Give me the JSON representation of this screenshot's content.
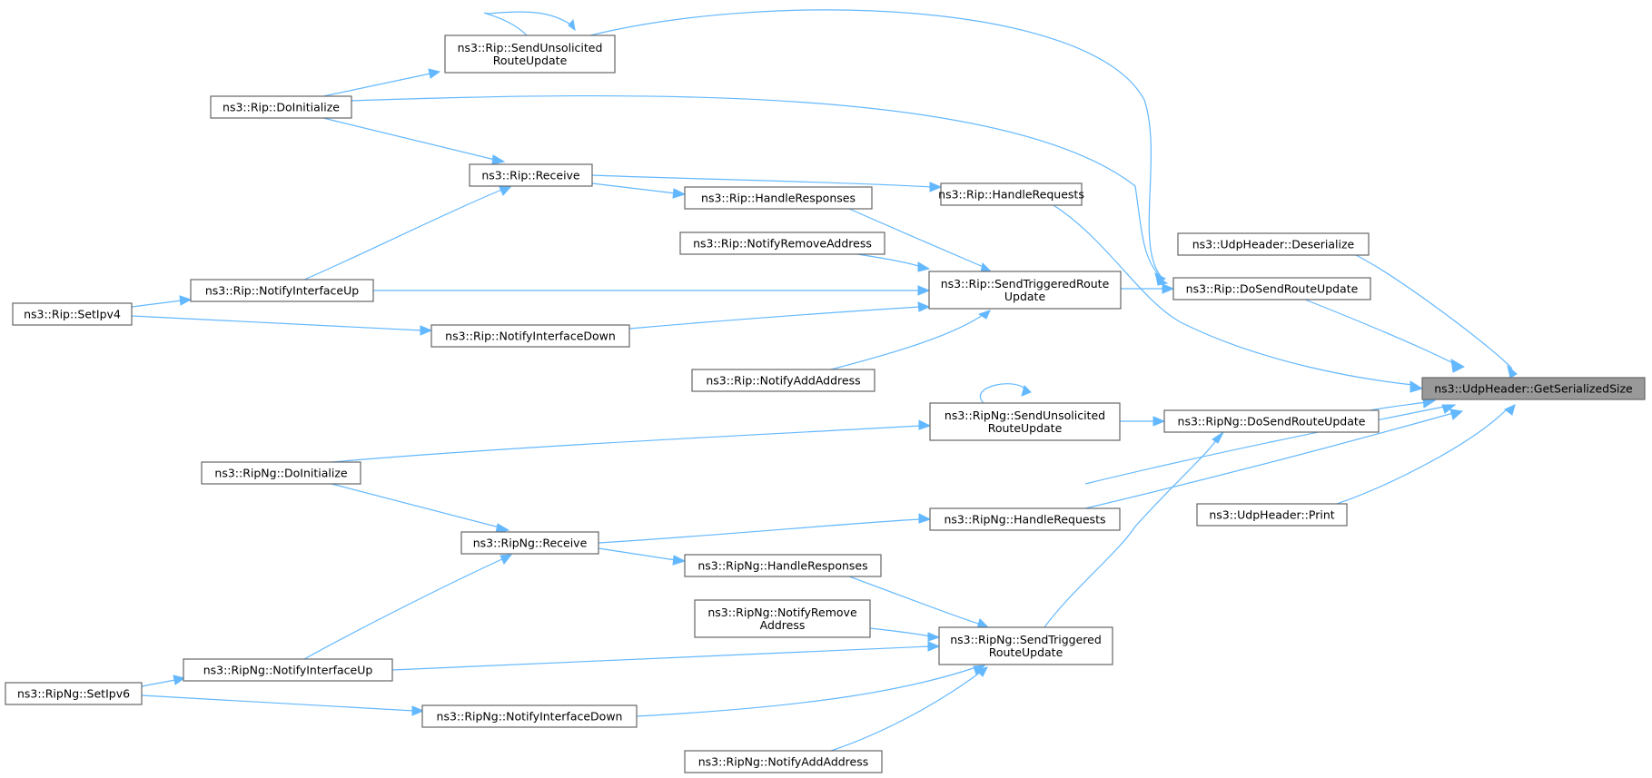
{
  "diagram": {
    "type": "call-graph",
    "colors": {
      "edge": "#63b8ff",
      "node_border": "#666666",
      "node_fill": "#ffffff",
      "target_fill": "#999999"
    },
    "nodes": [
      {
        "id": "n_target",
        "lines": [
          "ns3::UdpHeader::GetSerializedSize"
        ],
        "highlight": true
      },
      {
        "id": "n_udp_deser",
        "lines": [
          "ns3::UdpHeader::Deserialize"
        ]
      },
      {
        "id": "n_rip_dsru",
        "lines": [
          "ns3::Rip::DoSendRouteUpdate"
        ]
      },
      {
        "id": "n_ripng_dsru",
        "lines": [
          "ns3::RipNg::DoSendRouteUpdate"
        ]
      },
      {
        "id": "n_udp_print",
        "lines": [
          "ns3::UdpHeader::Print"
        ]
      },
      {
        "id": "n_rip_hreq",
        "lines": [
          "ns3::Rip::HandleRequests"
        ]
      },
      {
        "id": "n_rip_str",
        "lines": [
          "ns3::Rip::SendTriggeredRoute",
          "Update"
        ]
      },
      {
        "id": "n_rip_sunsol",
        "lines": [
          "ns3::Rip::SendUnsolicited",
          "RouteUpdate"
        ]
      },
      {
        "id": "n_rip_doinit",
        "lines": [
          "ns3::Rip::DoInitialize"
        ]
      },
      {
        "id": "n_rip_recv",
        "lines": [
          "ns3::Rip::Receive"
        ]
      },
      {
        "id": "n_rip_hresp",
        "lines": [
          "ns3::Rip::HandleResponses"
        ]
      },
      {
        "id": "n_rip_nremove",
        "lines": [
          "ns3::Rip::NotifyRemoveAddress"
        ]
      },
      {
        "id": "n_rip_nifup",
        "lines": [
          "ns3::Rip::NotifyInterfaceUp"
        ]
      },
      {
        "id": "n_rip_setipv4",
        "lines": [
          "ns3::Rip::SetIpv4"
        ]
      },
      {
        "id": "n_rip_nifdown",
        "lines": [
          "ns3::Rip::NotifyInterfaceDown"
        ]
      },
      {
        "id": "n_rip_nadd",
        "lines": [
          "ns3::Rip::NotifyAddAddress"
        ]
      },
      {
        "id": "n_ripng_sunsol",
        "lines": [
          "ns3::RipNg::SendUnsolicited",
          "RouteUpdate"
        ]
      },
      {
        "id": "n_ripng_doinit",
        "lines": [
          "ns3::RipNg::DoInitialize"
        ]
      },
      {
        "id": "n_ripng_hreq",
        "lines": [
          "ns3::RipNg::HandleRequests"
        ]
      },
      {
        "id": "n_ripng_recv",
        "lines": [
          "ns3::RipNg::Receive"
        ]
      },
      {
        "id": "n_ripng_hresp",
        "lines": [
          "ns3::RipNg::HandleResponses"
        ]
      },
      {
        "id": "n_ripng_nremove",
        "lines": [
          "ns3::RipNg::NotifyRemove",
          "Address"
        ]
      },
      {
        "id": "n_ripng_str",
        "lines": [
          "ns3::RipNg::SendTriggered",
          "RouteUpdate"
        ]
      },
      {
        "id": "n_ripng_nifup",
        "lines": [
          "ns3::RipNg::NotifyInterfaceUp"
        ]
      },
      {
        "id": "n_ripng_setipv6",
        "lines": [
          "ns3::RipNg::SetIpv6"
        ]
      },
      {
        "id": "n_ripng_nifdown",
        "lines": [
          "ns3::RipNg::NotifyInterfaceDown"
        ]
      },
      {
        "id": "n_ripng_nadd",
        "lines": [
          "ns3::RipNg::NotifyAddAddress"
        ]
      }
    ],
    "edges": [
      {
        "from": "n_udp_deser",
        "to": "n_target"
      },
      {
        "from": "n_rip_dsru",
        "to": "n_target"
      },
      {
        "from": "n_rip_hreq",
        "to": "n_target"
      },
      {
        "from": "n_ripng_dsru",
        "to": "n_target"
      },
      {
        "from": "n_ripng_doinit",
        "to": "n_target"
      },
      {
        "from": "n_ripng_hreq",
        "to": "n_target"
      },
      {
        "from": "n_udp_print",
        "to": "n_target"
      },
      {
        "from": "n_rip_sunsol",
        "to": "n_rip_dsru"
      },
      {
        "from": "n_rip_doinit",
        "to": "n_rip_dsru"
      },
      {
        "from": "n_rip_str",
        "to": "n_rip_dsru"
      },
      {
        "from": "n_ripng_sunsol",
        "to": "n_ripng_dsru"
      },
      {
        "from": "n_ripng_str",
        "to": "n_ripng_dsru"
      },
      {
        "from": "n_rip_sunsol",
        "to": "n_rip_sunsol"
      },
      {
        "from": "n_rip_doinit",
        "to": "n_rip_sunsol"
      },
      {
        "from": "n_rip_doinit",
        "to": "n_rip_recv"
      },
      {
        "from": "n_rip_recv",
        "to": "n_rip_hreq"
      },
      {
        "from": "n_rip_recv",
        "to": "n_rip_hresp"
      },
      {
        "from": "n_rip_hresp",
        "to": "n_rip_str"
      },
      {
        "from": "n_rip_nremove",
        "to": "n_rip_str"
      },
      {
        "from": "n_rip_nifup",
        "to": "n_rip_str"
      },
      {
        "from": "n_rip_nifdown",
        "to": "n_rip_str"
      },
      {
        "from": "n_rip_nadd",
        "to": "n_rip_str"
      },
      {
        "from": "n_rip_nifup",
        "to": "n_rip_recv"
      },
      {
        "from": "n_rip_setipv4",
        "to": "n_rip_nifup"
      },
      {
        "from": "n_rip_setipv4",
        "to": "n_rip_nifdown"
      },
      {
        "from": "n_ripng_sunsol",
        "to": "n_ripng_sunsol"
      },
      {
        "from": "n_ripng_doinit",
        "to": "n_ripng_sunsol"
      },
      {
        "from": "n_ripng_doinit",
        "to": "n_ripng_recv"
      },
      {
        "from": "n_ripng_recv",
        "to": "n_ripng_hreq"
      },
      {
        "from": "n_ripng_recv",
        "to": "n_ripng_hresp"
      },
      {
        "from": "n_ripng_hresp",
        "to": "n_ripng_str"
      },
      {
        "from": "n_ripng_nremove",
        "to": "n_ripng_str"
      },
      {
        "from": "n_ripng_nifup",
        "to": "n_ripng_str"
      },
      {
        "from": "n_ripng_nifdown",
        "to": "n_ripng_str"
      },
      {
        "from": "n_ripng_nadd",
        "to": "n_ripng_str"
      },
      {
        "from": "n_ripng_nifup",
        "to": "n_ripng_recv"
      },
      {
        "from": "n_ripng_setipv6",
        "to": "n_ripng_nifup"
      },
      {
        "from": "n_ripng_setipv6",
        "to": "n_ripng_nifdown"
      }
    ]
  }
}
